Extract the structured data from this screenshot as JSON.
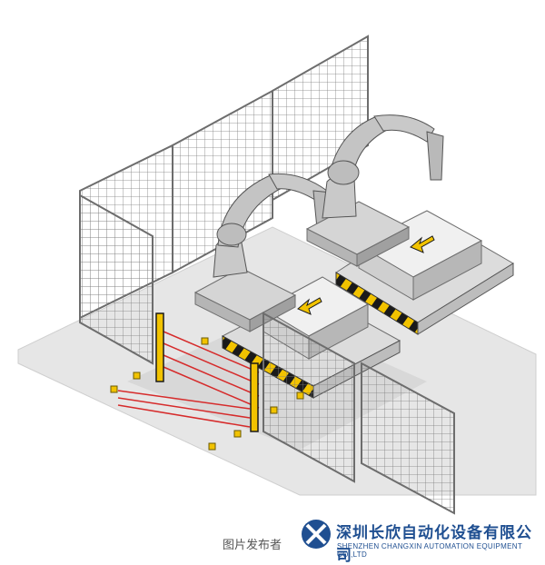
{
  "footer": {
    "caption": "图片发布者",
    "company_cn": "深圳长欣自动化设备有限公司",
    "company_en": "SHENZHEN CHANGXIN AUTOMATION EQUIPMENT CO.,LTD"
  },
  "colors": {
    "fence": "#8a8a8a",
    "machine": "#c9c9c9",
    "machine_shade": "#a9a9a9",
    "floor": "#e4e4e4",
    "hazard_yellow": "#f2c300",
    "hazard_black": "#1a1a1a",
    "laser": "#d62b2b",
    "brand_blue": "#1f4f91"
  },
  "icons": [
    "robot-arm-icon",
    "safety-light-curtain-icon",
    "arrow-icon",
    "company-logo-icon"
  ]
}
